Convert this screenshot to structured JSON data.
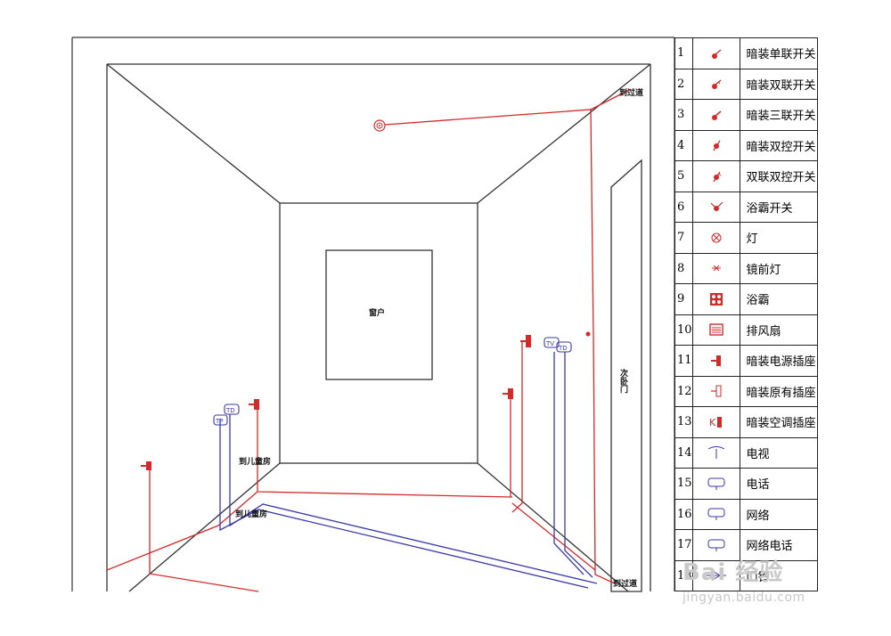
{
  "room": {
    "window_label": "窗户",
    "door_label": "次卧门",
    "to_corridor_top": "到过道",
    "to_corridor_bottom": "到过道",
    "to_kids_room_1": "到儿童房",
    "to_kids_room_2": "到儿童房"
  },
  "outlet_tags": {
    "tv": "TV",
    "tp": "TP",
    "td": "TD"
  },
  "legend": [
    {
      "num": "1",
      "icon": "single-switch-icon",
      "label": "暗装单联开关"
    },
    {
      "num": "2",
      "icon": "double-switch-icon",
      "label": "暗装双联开关"
    },
    {
      "num": "3",
      "icon": "triple-switch-icon",
      "label": "暗装三联开关"
    },
    {
      "num": "4",
      "icon": "two-way-switch-icon",
      "label": "暗装双控开关"
    },
    {
      "num": "5",
      "icon": "double-two-way-switch-icon",
      "label": "双联双控开关"
    },
    {
      "num": "6",
      "icon": "bath-heater-switch-icon",
      "label": "浴霸开关"
    },
    {
      "num": "7",
      "icon": "lamp-icon",
      "label": "灯"
    },
    {
      "num": "8",
      "icon": "mirror-lamp-icon",
      "label": "镜前灯"
    },
    {
      "num": "9",
      "icon": "bath-heater-icon",
      "label": "浴霸"
    },
    {
      "num": "10",
      "icon": "exhaust-fan-icon",
      "label": "排风扇"
    },
    {
      "num": "11",
      "icon": "power-socket-icon",
      "label": "暗装电源插座"
    },
    {
      "num": "12",
      "icon": "existing-socket-icon",
      "label": "暗装原有插座"
    },
    {
      "num": "13",
      "icon": "ac-socket-icon",
      "label": "暗装空调插座"
    },
    {
      "num": "14",
      "icon": "tv-outlet-icon",
      "label": "电视"
    },
    {
      "num": "15",
      "icon": "phone-outlet-icon",
      "label": "电话"
    },
    {
      "num": "16",
      "icon": "network-outlet-icon",
      "label": "网络"
    },
    {
      "num": "17",
      "icon": "network-phone-outlet-icon",
      "label": "网络电话"
    },
    {
      "num": "18",
      "icon": "doorbell-icon",
      "label": "门铃"
    }
  ],
  "colors": {
    "power_wire": "#d42a2a",
    "data_wire": "#3a3aa8",
    "outline": "#333333"
  },
  "watermark": {
    "logo": "Bai 经验",
    "url": "jingyan.baidu.com"
  }
}
